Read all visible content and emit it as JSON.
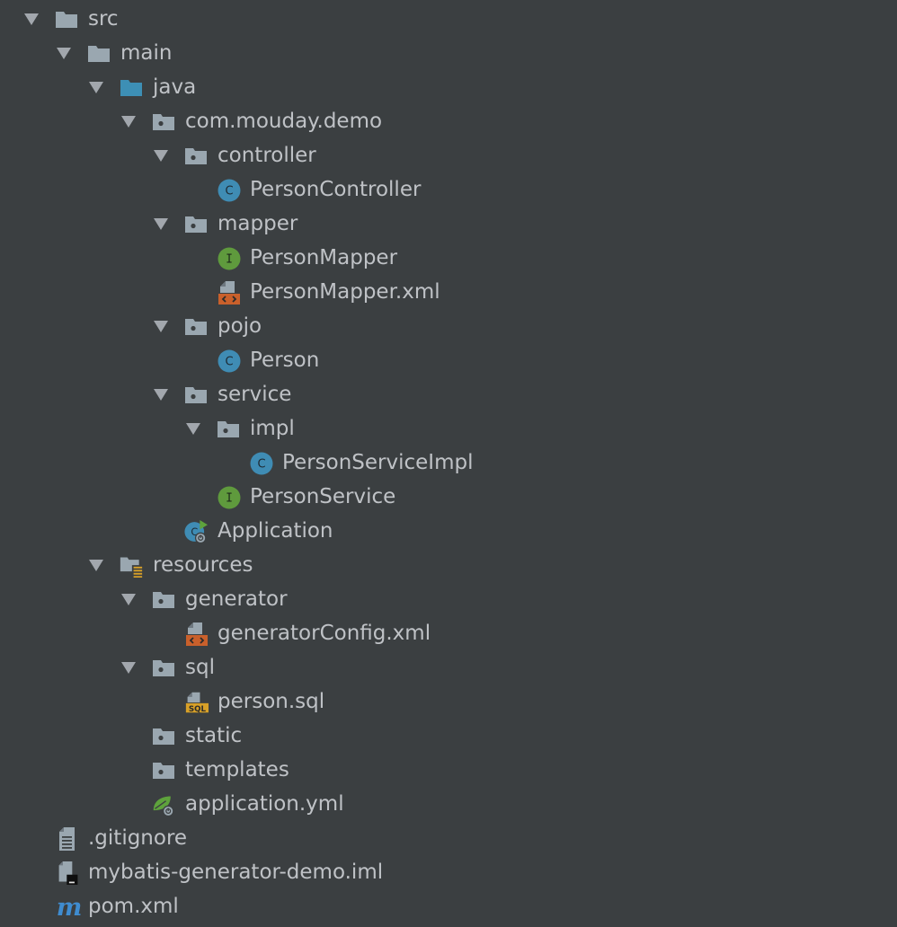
{
  "tree": {
    "rows": [
      {
        "label": "src",
        "icon": "folder-icon",
        "expanded": true
      },
      {
        "label": "main",
        "icon": "folder-icon",
        "expanded": true
      },
      {
        "label": "java",
        "icon": "source-folder-icon",
        "expanded": true
      },
      {
        "label": "com.mouday.demo",
        "icon": "package-icon",
        "expanded": true
      },
      {
        "label": "controller",
        "icon": "package-icon",
        "expanded": true
      },
      {
        "label": "PersonController",
        "icon": "class-icon",
        "badge": "C"
      },
      {
        "label": "mapper",
        "icon": "package-icon",
        "expanded": true
      },
      {
        "label": "PersonMapper",
        "icon": "interface-icon",
        "badge": "I"
      },
      {
        "label": "PersonMapper.xml",
        "icon": "xml-file-icon"
      },
      {
        "label": "pojo",
        "icon": "package-icon",
        "expanded": true
      },
      {
        "label": "Person",
        "icon": "class-icon",
        "badge": "C"
      },
      {
        "label": "service",
        "icon": "package-icon",
        "expanded": true
      },
      {
        "label": "impl",
        "icon": "package-icon",
        "expanded": true
      },
      {
        "label": "PersonServiceImpl",
        "icon": "class-icon",
        "badge": "C"
      },
      {
        "label": "PersonService",
        "icon": "interface-icon",
        "badge": "I"
      },
      {
        "label": "Application",
        "icon": "spring-boot-application-icon",
        "badge": "C"
      },
      {
        "label": "resources",
        "icon": "resources-folder-icon",
        "expanded": true
      },
      {
        "label": "generator",
        "icon": "package-icon",
        "expanded": true
      },
      {
        "label": "generatorConfig.xml",
        "icon": "xml-file-icon"
      },
      {
        "label": "sql",
        "icon": "package-icon",
        "expanded": true
      },
      {
        "label": "person.sql",
        "icon": "sql-file-icon",
        "badge": "SQL"
      },
      {
        "label": "static",
        "icon": "package-icon"
      },
      {
        "label": "templates",
        "icon": "package-icon"
      },
      {
        "label": "application.yml",
        "icon": "spring-yml-icon"
      },
      {
        "label": ".gitignore",
        "icon": "text-file-icon"
      },
      {
        "label": "mybatis-generator-demo.iml",
        "icon": "iml-file-icon"
      },
      {
        "label": "pom.xml",
        "icon": "maven-icon",
        "badge": "m"
      }
    ]
  },
  "colors": {
    "background": "#3b3f41",
    "text": "#bfc2c6",
    "folder": "#9aa7b0",
    "source_folder": "#3d8fb5",
    "class_circle": "#3f8cb4",
    "interface_circle": "#5f9a3d",
    "xml_badge": "#c9602b",
    "sql_badge": "#d7a028",
    "spring_green": "#5ea33c",
    "maven_blue": "#3f8cd0"
  }
}
